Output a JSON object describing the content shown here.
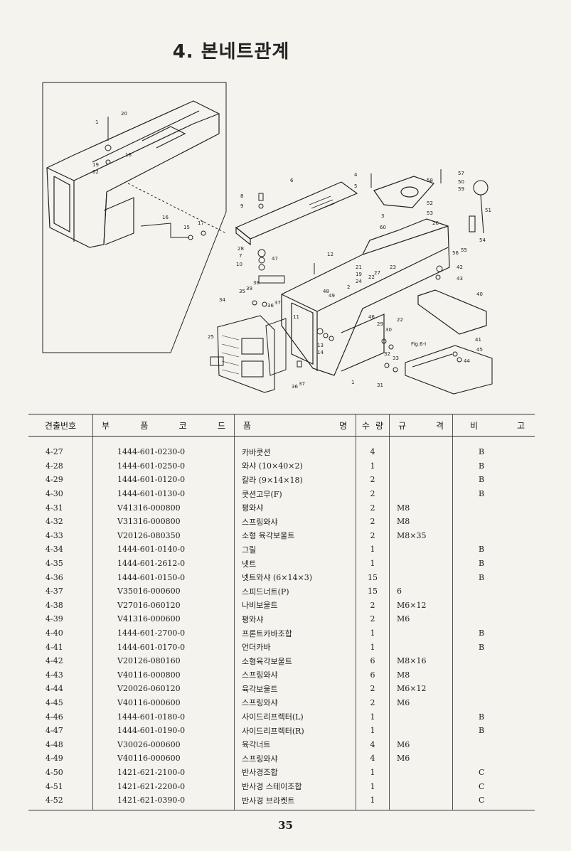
{
  "title": "4. 본네트관계",
  "diagram": {
    "callouts": [
      "20",
      "1",
      "18",
      "19",
      "62",
      "16",
      "15",
      "17",
      "6",
      "8",
      "9",
      "28",
      "7",
      "10",
      "47",
      "12",
      "4",
      "5",
      "3",
      "57",
      "58",
      "50",
      "59",
      "51",
      "52",
      "53",
      "26",
      "56",
      "55",
      "54",
      "60",
      "21",
      "19",
      "22",
      "27",
      "23",
      "24",
      "2",
      "11",
      "42",
      "43",
      "40",
      "38",
      "35",
      "39",
      "36",
      "37",
      "34",
      "48",
      "49",
      "46",
      "29",
      "30",
      "22",
      "13",
      "14",
      "32",
      "33",
      "41",
      "45",
      "44",
      "25",
      "36",
      "37",
      "31",
      "1"
    ],
    "fig_ref": "Fig.6-I"
  },
  "table": {
    "headers": {
      "no": "견출번호",
      "code": [
        "부",
        "품",
        "코",
        "드"
      ],
      "name": [
        "품",
        "명"
      ],
      "qty": [
        "수",
        "량"
      ],
      "spec": [
        "규",
        "격"
      ],
      "note": [
        "비",
        "고"
      ]
    },
    "rows": [
      {
        "no": "4-27",
        "code": "1444-601-0230-0",
        "name": "카바쿳션",
        "qty": "4",
        "spec": "",
        "note": "B"
      },
      {
        "no": "4-28",
        "code": "1444-601-0250-0",
        "name": "와샤 (10×40×2)",
        "qty": "1",
        "spec": "",
        "note": "B"
      },
      {
        "no": "4-29",
        "code": "1444-601-0120-0",
        "name": "칼라 (9×14×18)",
        "qty": "2",
        "spec": "",
        "note": "B"
      },
      {
        "no": "4-30",
        "code": "1444-601-0130-0",
        "name": "쿳션고무(F)",
        "qty": "2",
        "spec": "",
        "note": "B"
      },
      {
        "no": "4-31",
        "code": "V41316-000800",
        "name": "평와샤",
        "qty": "2",
        "spec": "M8",
        "note": ""
      },
      {
        "no": "4-32",
        "code": "V31316-000800",
        "name": "스프링와샤",
        "qty": "2",
        "spec": "M8",
        "note": ""
      },
      {
        "no": "4-33",
        "code": "V20126-080350",
        "name": "소형 육각보울트",
        "qty": "2",
        "spec": "M8×35",
        "note": ""
      },
      {
        "no": "4-34",
        "code": "1444-601-0140-0",
        "name": "그릴",
        "qty": "1",
        "spec": "",
        "note": "B"
      },
      {
        "no": "4-35",
        "code": "1444-601-2612-0",
        "name": "넷트",
        "qty": "1",
        "spec": "",
        "note": "B"
      },
      {
        "no": "4-36",
        "code": "1444-601-0150-0",
        "name": "넷트와샤 (6×14×3)",
        "qty": "15",
        "spec": "",
        "note": "B"
      },
      {
        "no": "4-37",
        "code": "V35016-000600",
        "name": "스피드너트(P)",
        "qty": "15",
        "spec": "6",
        "note": ""
      },
      {
        "no": "4-38",
        "code": "V27016-060120",
        "name": "나비보울트",
        "qty": "2",
        "spec": "M6×12",
        "note": ""
      },
      {
        "no": "4-39",
        "code": "V41316-000600",
        "name": "평와샤",
        "qty": "2",
        "spec": "M6",
        "note": ""
      },
      {
        "no": "4-40",
        "code": "1444-601-2700-0",
        "name": "프론트카바조합",
        "qty": "1",
        "spec": "",
        "note": "B"
      },
      {
        "no": "4-41",
        "code": "1444-601-0170-0",
        "name": "언더카바",
        "qty": "1",
        "spec": "",
        "note": "B"
      },
      {
        "no": "4-42",
        "code": "V20126-080160",
        "name": "소형육각보울트",
        "qty": "6",
        "spec": "M8×16",
        "note": ""
      },
      {
        "no": "4-43",
        "code": "V40116-000800",
        "name": "스프링와샤",
        "qty": "6",
        "spec": "M8",
        "note": ""
      },
      {
        "no": "4-44",
        "code": "V20026-060120",
        "name": "육각보울트",
        "qty": "2",
        "spec": "M6×12",
        "note": ""
      },
      {
        "no": "4-45",
        "code": "V40116-000600",
        "name": "스프링와샤",
        "qty": "2",
        "spec": "M6",
        "note": ""
      },
      {
        "no": "4-46",
        "code": "1444-601-0180-0",
        "name": "사이드리프렉터(L)",
        "qty": "1",
        "spec": "",
        "note": "B"
      },
      {
        "no": "4-47",
        "code": "1444-601-0190-0",
        "name": "사이드리프렉터(R)",
        "qty": "1",
        "spec": "",
        "note": "B"
      },
      {
        "no": "4-48",
        "code": "V30026-000600",
        "name": "육각너트",
        "qty": "4",
        "spec": "M6",
        "note": ""
      },
      {
        "no": "4-49",
        "code": "V40116-000600",
        "name": "스프링와샤",
        "qty": "4",
        "spec": "M6",
        "note": ""
      },
      {
        "no": "4-50",
        "code": "1421-621-2100-0",
        "name": "반사경조합",
        "qty": "1",
        "spec": "",
        "note": "C"
      },
      {
        "no": "4-51",
        "code": "1421-621-2200-0",
        "name": "반사경 스테이조합",
        "qty": "1",
        "spec": "",
        "note": "C"
      },
      {
        "no": "4-52",
        "code": "1421-621-0390-0",
        "name": "반사경 브라켓트",
        "qty": "1",
        "spec": "",
        "note": "C"
      }
    ]
  },
  "page_number": "35"
}
